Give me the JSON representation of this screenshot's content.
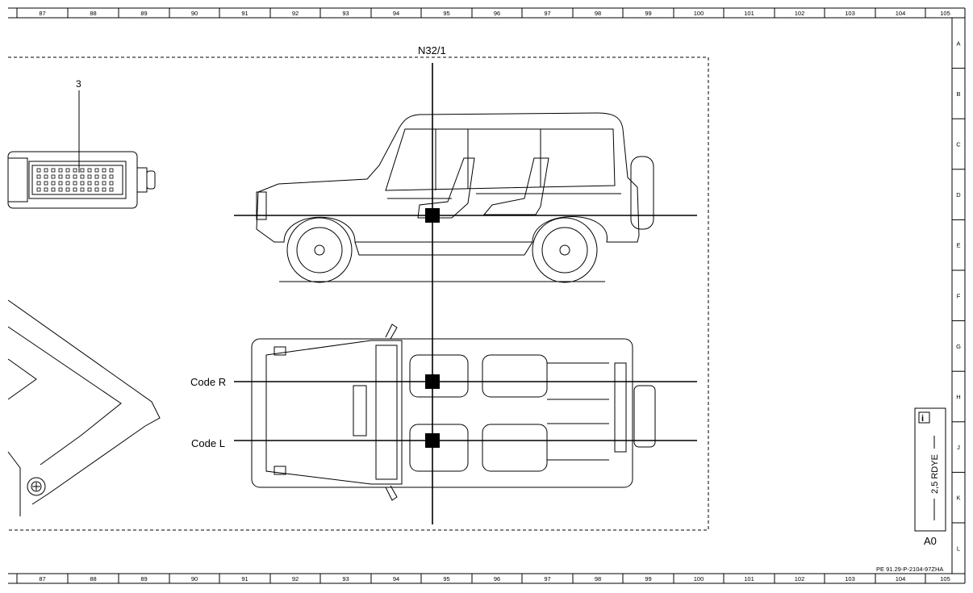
{
  "grid": {
    "columns": [
      "87",
      "88",
      "89",
      "90",
      "91",
      "92",
      "93",
      "94",
      "95",
      "96",
      "97",
      "98",
      "99",
      "100",
      "101",
      "102",
      "103",
      "104",
      "105"
    ],
    "rows": [
      "A",
      "B",
      "C",
      "D",
      "E",
      "F",
      "G",
      "H",
      "J",
      "K",
      "L"
    ]
  },
  "labels": {
    "component": "N32/1",
    "callout_3": "3",
    "code_r": "Code R",
    "code_l": "Code L"
  },
  "wire": {
    "spec": "2,5 RDYE",
    "ground": "A0",
    "info_icon": "info-icon"
  },
  "footer": {
    "doc_ref": "PE 91.29-P-2104-97ZHA"
  },
  "colors": {
    "line": "#000000",
    "background": "#ffffff"
  }
}
